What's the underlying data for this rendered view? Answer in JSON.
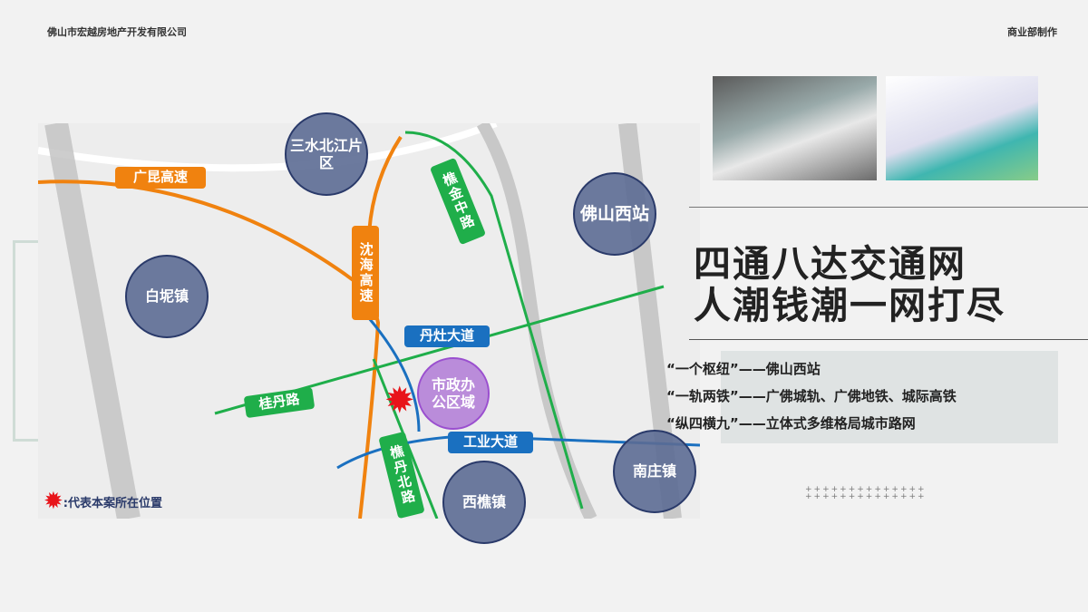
{
  "header": {
    "company": "佛山市宏越房地产开发有限公司",
    "made_by": "商业部制作"
  },
  "title": {
    "line1": "四通八达交通网",
    "line2": "人潮钱潮一网打尽"
  },
  "points": [
    "“一个枢纽”——佛山西站",
    "“一轨两铁”——广佛城轨、广佛地铁、城际高铁",
    "“纵四横九”——立体式多维格局城市路网"
  ],
  "map": {
    "districts": {
      "sanshui": "三水北江片区",
      "foshan_west": "佛山西站",
      "baini": "白坭镇",
      "xiqiao": "西樵镇",
      "nanzhuang": "南庄镇",
      "gov": "市政办公区域"
    },
    "roads": {
      "guangkun": "广昆高速",
      "shenhai": "沈海高速",
      "qiaojin": "樵金中路",
      "danzao": "丹灶大道",
      "guidan": "桂丹路",
      "gongye": "工业大道",
      "qiaodan": "樵丹北路"
    },
    "legend": ":代表本案所在位置",
    "colors": {
      "expressway": "#f0820f",
      "main_road": "#1fae4a",
      "avenue": "#1a70c0",
      "district": "#5c6c94",
      "gov": "#b07ad6",
      "marker": "#e8141a"
    }
  }
}
